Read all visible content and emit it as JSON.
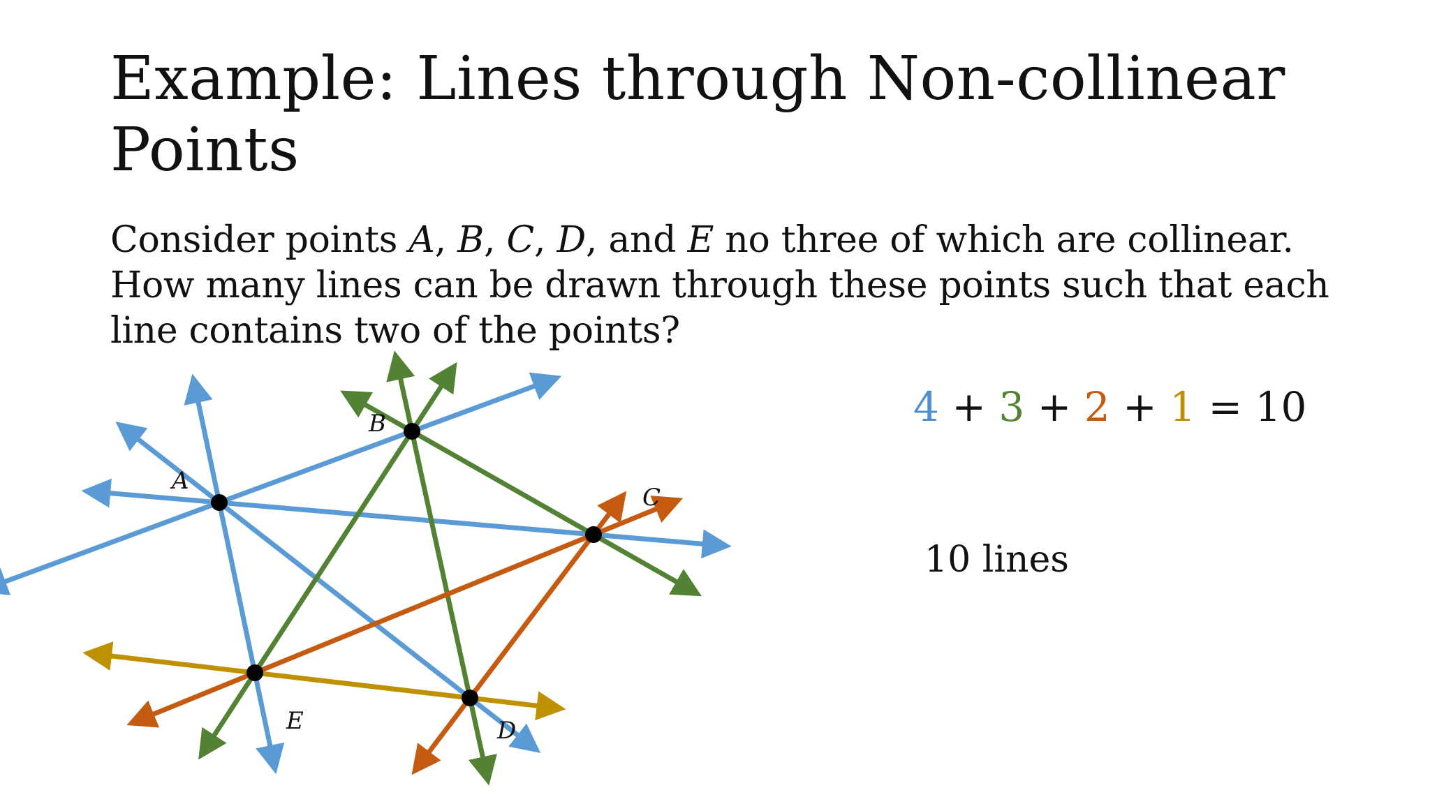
{
  "slide": {
    "title": "Example: Lines through Non-collinear Points",
    "body": {
      "part1": "Consider points ",
      "A": "A",
      "sep1": ", ",
      "B": "B",
      "sep2": ", ",
      "C": "C",
      "sep3": ", ",
      "D": "D",
      "sep4": ", and ",
      "E": "E",
      "part2": " no three of which are collinear. How many lines can be drawn through these points such that each line contains two of the points?"
    }
  },
  "diagram": {
    "points": [
      {
        "id": "A",
        "label": "A"
      },
      {
        "id": "B",
        "label": "B"
      },
      {
        "id": "C",
        "label": "C"
      },
      {
        "id": "D",
        "label": "D"
      },
      {
        "id": "E",
        "label": "E"
      }
    ],
    "lines": [
      {
        "from": "A",
        "to": "B",
        "color": "#5b9bd5"
      },
      {
        "from": "A",
        "to": "C",
        "color": "#5b9bd5"
      },
      {
        "from": "A",
        "to": "D",
        "color": "#5b9bd5"
      },
      {
        "from": "A",
        "to": "E",
        "color": "#5b9bd5"
      },
      {
        "from": "B",
        "to": "C",
        "color": "#548235"
      },
      {
        "from": "B",
        "to": "D",
        "color": "#548235"
      },
      {
        "from": "B",
        "to": "E",
        "color": "#548235"
      },
      {
        "from": "C",
        "to": "D",
        "color": "#c55a11"
      },
      {
        "from": "C",
        "to": "E",
        "color": "#c55a11"
      },
      {
        "from": "D",
        "to": "E",
        "color": "#bf9000"
      }
    ]
  },
  "equation": {
    "t1": "4",
    "op1": " + ",
    "t2": "3",
    "op2": " + ",
    "t3": "2",
    "op3": " + ",
    "t4": "1",
    "eq": " = ",
    "result": "10",
    "colors": {
      "t1": "#4f8fd0",
      "t2": "#548235",
      "t3": "#c55a11",
      "t4": "#bf9000"
    }
  },
  "answer": "10 lines"
}
